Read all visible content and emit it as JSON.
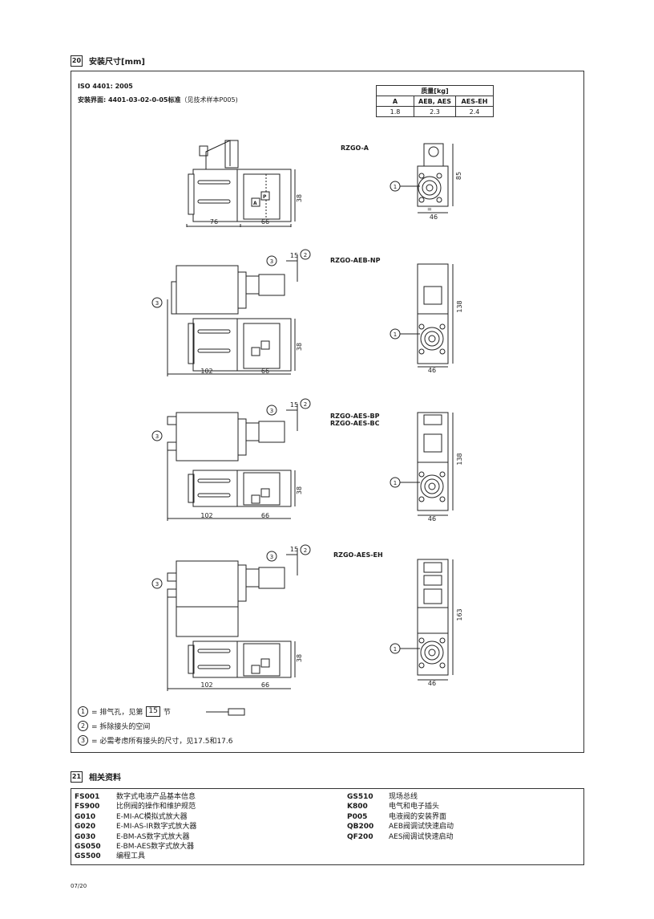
{
  "section20": {
    "num": "20",
    "title": "安装尺寸[mm]"
  },
  "standard": "ISO 4401: 2005",
  "interface": {
    "label": "安装界面: 4401-03-02-0-05标准",
    "note": "（见技术样本P005)"
  },
  "mass_table": {
    "title": "质量[kg]",
    "headers": [
      "A",
      "AEB, AES",
      "AES-EH"
    ],
    "values": [
      "1.8",
      "2.3",
      "2.4"
    ]
  },
  "models": {
    "a": "RZGO-A",
    "aeb": "RZGO-AEB-NP",
    "aes_bp": "RZGO-AES-BP",
    "aes_bc": "RZGO-AES-BC",
    "aes_eh": "RZGO-AES-EH"
  },
  "dims": {
    "a_left": "76",
    "a_right": "66",
    "a_h": "38",
    "a_front_w": "46",
    "a_front_h": "85",
    "aeb_left": "102",
    "aeb_right": "66",
    "aeb_h": "38",
    "aeb_front_w": "46",
    "aeb_front_h": "138",
    "aeb_clear": "15",
    "bp_left": "102",
    "bp_right": "66",
    "bp_h": "38",
    "bp_front_w": "46",
    "bp_front_h": "138",
    "bp_clear": "15",
    "eh_left": "102",
    "eh_right": "66",
    "eh_h": "38",
    "eh_front_w": "46",
    "eh_front_h": "163",
    "eh_clear": "15"
  },
  "marks": {
    "one": "1",
    "two": "2",
    "three": "3",
    "port_a": "A",
    "port_p": "P",
    "equal": "="
  },
  "notes": {
    "n1_num": "1",
    "n1_pre": "= 排气孔，见第",
    "n1_ref": "15",
    "n1_post": "节",
    "n2_num": "2",
    "n2_text": "= 拆除接头的空间",
    "n3_num": "3",
    "n3_text": "= 必需考虑所有接头的尺寸，见17.5和17.6"
  },
  "section21": {
    "num": "21",
    "title": "相关资料"
  },
  "refs_left": [
    {
      "code": "FS001",
      "text": "数字式电液产品基本信息"
    },
    {
      "code": "FS900",
      "text": "比例阀的操作和维护规范"
    },
    {
      "code": "G010",
      "text": "E-MI-AC模拟式放大器"
    },
    {
      "code": "G020",
      "text": "E-MI-AS-IR数字式放大器"
    },
    {
      "code": "G030",
      "text": "E-BM-AS数字式放大器"
    },
    {
      "code": "GS050",
      "text": "E-BM-AES数字式放大器"
    },
    {
      "code": "GS500",
      "text": "编程工具"
    }
  ],
  "refs_right": [
    {
      "code": "GS510",
      "text": "现场总线"
    },
    {
      "code": "K800",
      "text": "电气和电子插头"
    },
    {
      "code": "P005",
      "text": "电液阀的安装界面"
    },
    {
      "code": "QB200",
      "text": "AEB阀调试快速启动"
    },
    {
      "code": "QF200",
      "text": "AES阀调试快速启动"
    }
  ],
  "footer": "07/20"
}
